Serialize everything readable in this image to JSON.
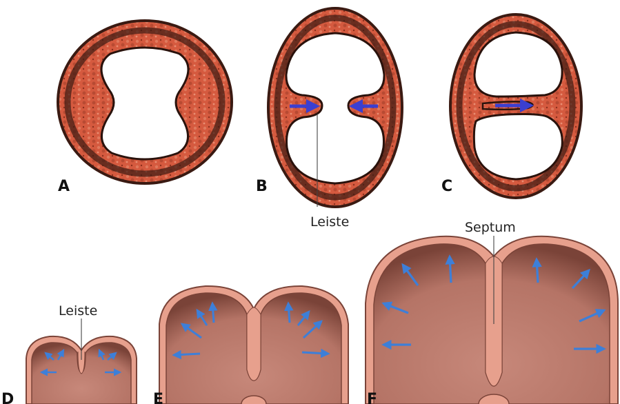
{
  "panels": {
    "a": {
      "letter": "A"
    },
    "b": {
      "letter": "B"
    },
    "c": {
      "letter": "C"
    },
    "d": {
      "letter": "D"
    },
    "e": {
      "letter": "E"
    },
    "f": {
      "letter": "F"
    }
  },
  "callouts": {
    "b_ridge": "Leiste",
    "d_ridge": "Leiste",
    "f_septum": "Septum"
  },
  "colors": {
    "wall": "#d55a3f",
    "wall_dark": "#3a1a12",
    "wall_speckle": "#8a2f1d",
    "chamber_wall": "#e7a08d",
    "chamber_fill": "#c98a7c",
    "chamber_shadow": "#7a4338",
    "arrow_dark": "#3b3fd0",
    "arrow_light": "#3d7fd8"
  }
}
